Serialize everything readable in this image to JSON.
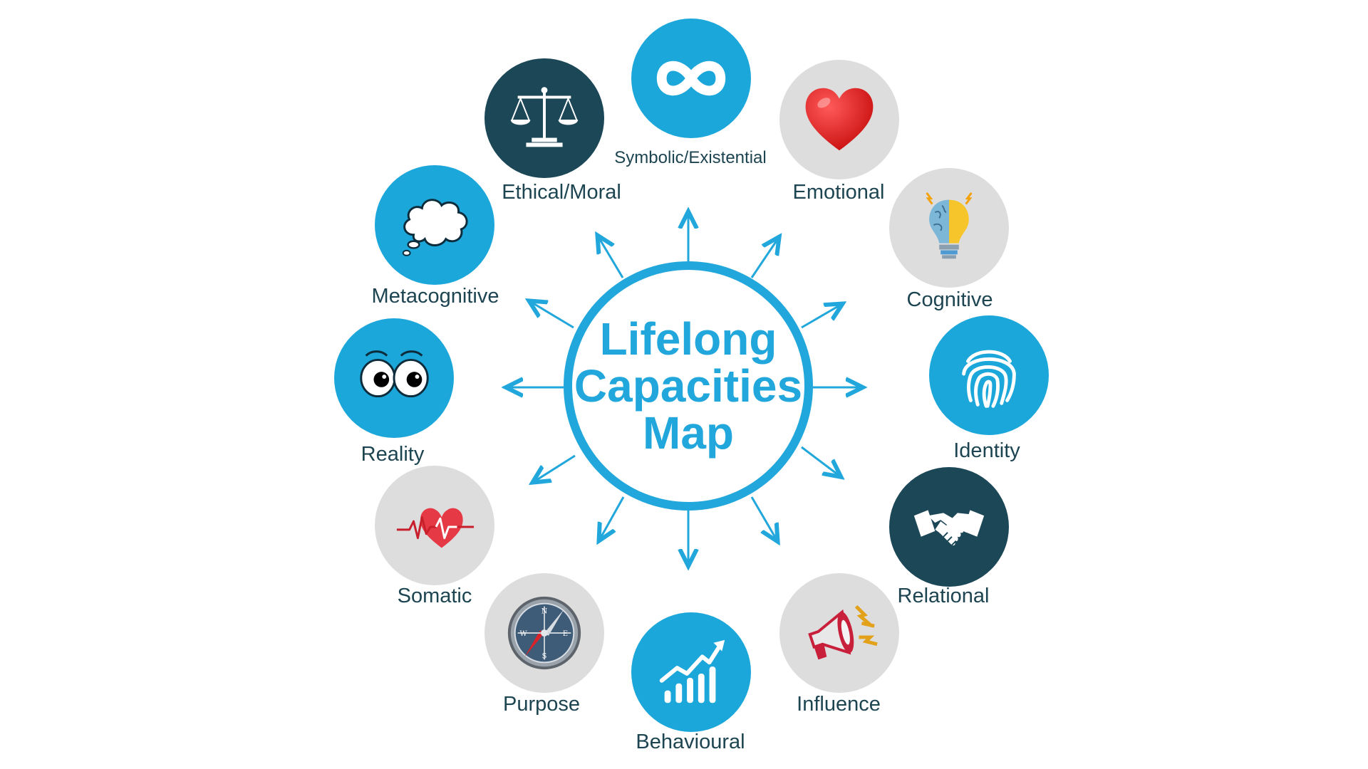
{
  "center": {
    "title_lines": [
      "Lifelong",
      "Capacities",
      "Map"
    ]
  },
  "colors": {
    "accent_blue": "#21a7db",
    "dark_teal": "#1b4757",
    "light_gray": "#dddddd",
    "label_text": "#1d4451"
  },
  "capacities": [
    {
      "label": "Symbolic/Existential",
      "icon": "infinity-icon",
      "style": "blue"
    },
    {
      "label": "Emotional",
      "icon": "heart-icon",
      "style": "gray"
    },
    {
      "label": "Cognitive",
      "icon": "brain-lightbulb-icon",
      "style": "gray"
    },
    {
      "label": "Identity",
      "icon": "fingerprint-icon",
      "style": "blue"
    },
    {
      "label": "Relational",
      "icon": "handshake-icon",
      "style": "dark"
    },
    {
      "label": "Influence",
      "icon": "megaphone-icon",
      "style": "gray"
    },
    {
      "label": "Behavioural",
      "icon": "growth-chart-icon",
      "style": "blue"
    },
    {
      "label": "Purpose",
      "icon": "compass-icon",
      "style": "gray"
    },
    {
      "label": "Somatic",
      "icon": "heartbeat-icon",
      "style": "gray"
    },
    {
      "label": "Reality",
      "icon": "eyes-icon",
      "style": "blue"
    },
    {
      "label": "Metacognitive",
      "icon": "thought-bubble-icon",
      "style": "blue"
    },
    {
      "label": "Ethical/Moral",
      "icon": "scales-icon",
      "style": "dark"
    }
  ]
}
